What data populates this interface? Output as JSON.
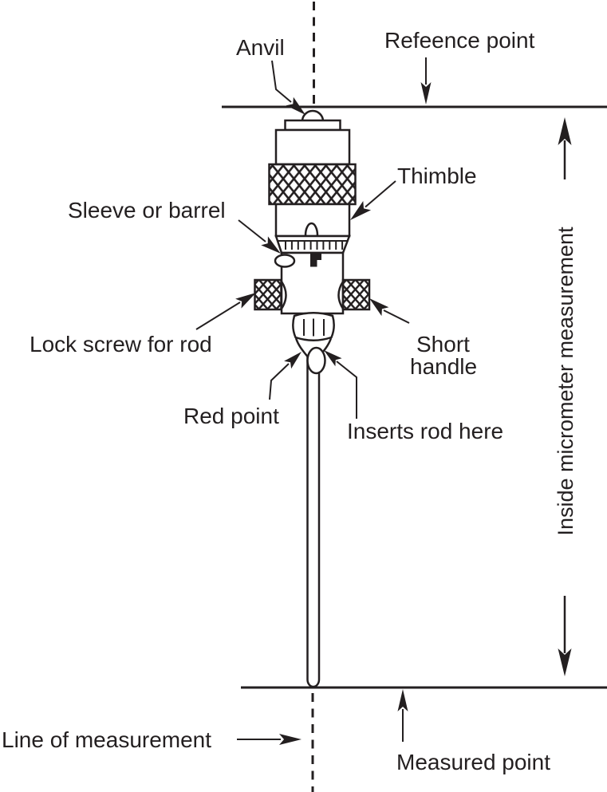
{
  "diagram": {
    "title": "Inside micrometer measurement",
    "colors": {
      "ink": "#231f20",
      "background": "#ffffff"
    },
    "labels": {
      "anvil": "Anvil",
      "reference_point": "Refeence point",
      "thimble": "Thimble",
      "sleeve_or_barrel": "Sleeve or barrel",
      "lock_screw_for_rod": "Lock screw for rod",
      "short_handle_line1": "Short",
      "short_handle_line2": "handle",
      "red_point": "Red point",
      "inserts_rod_here": "Inserts rod here",
      "inside_micrometer_measurement": "Inside micrometer measurement",
      "line_of_measurement": "Line of measurement",
      "measured_point": "Measured point"
    }
  }
}
